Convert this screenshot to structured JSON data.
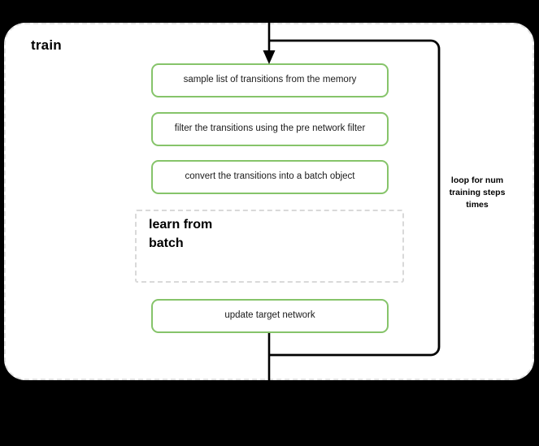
{
  "diagram": {
    "title": "train",
    "background_color": "#000000",
    "container_fill": "#ffffff",
    "container_border_color": "#e2e2e2",
    "accent_color": "#86c46a",
    "wire_color": "#000000",
    "steps": [
      {
        "id": "sample",
        "label": "sample list of transitions from the memory"
      },
      {
        "id": "filter",
        "label": "filter the transitions using the pre network filter"
      },
      {
        "id": "convert",
        "label": "convert the transitions into a batch object"
      },
      {
        "id": "update",
        "label": "update target network"
      }
    ],
    "sub_block": {
      "title": "learn from batch",
      "border_color": "#d9d9d9"
    },
    "loop": {
      "caption": "loop for num training steps times"
    }
  }
}
